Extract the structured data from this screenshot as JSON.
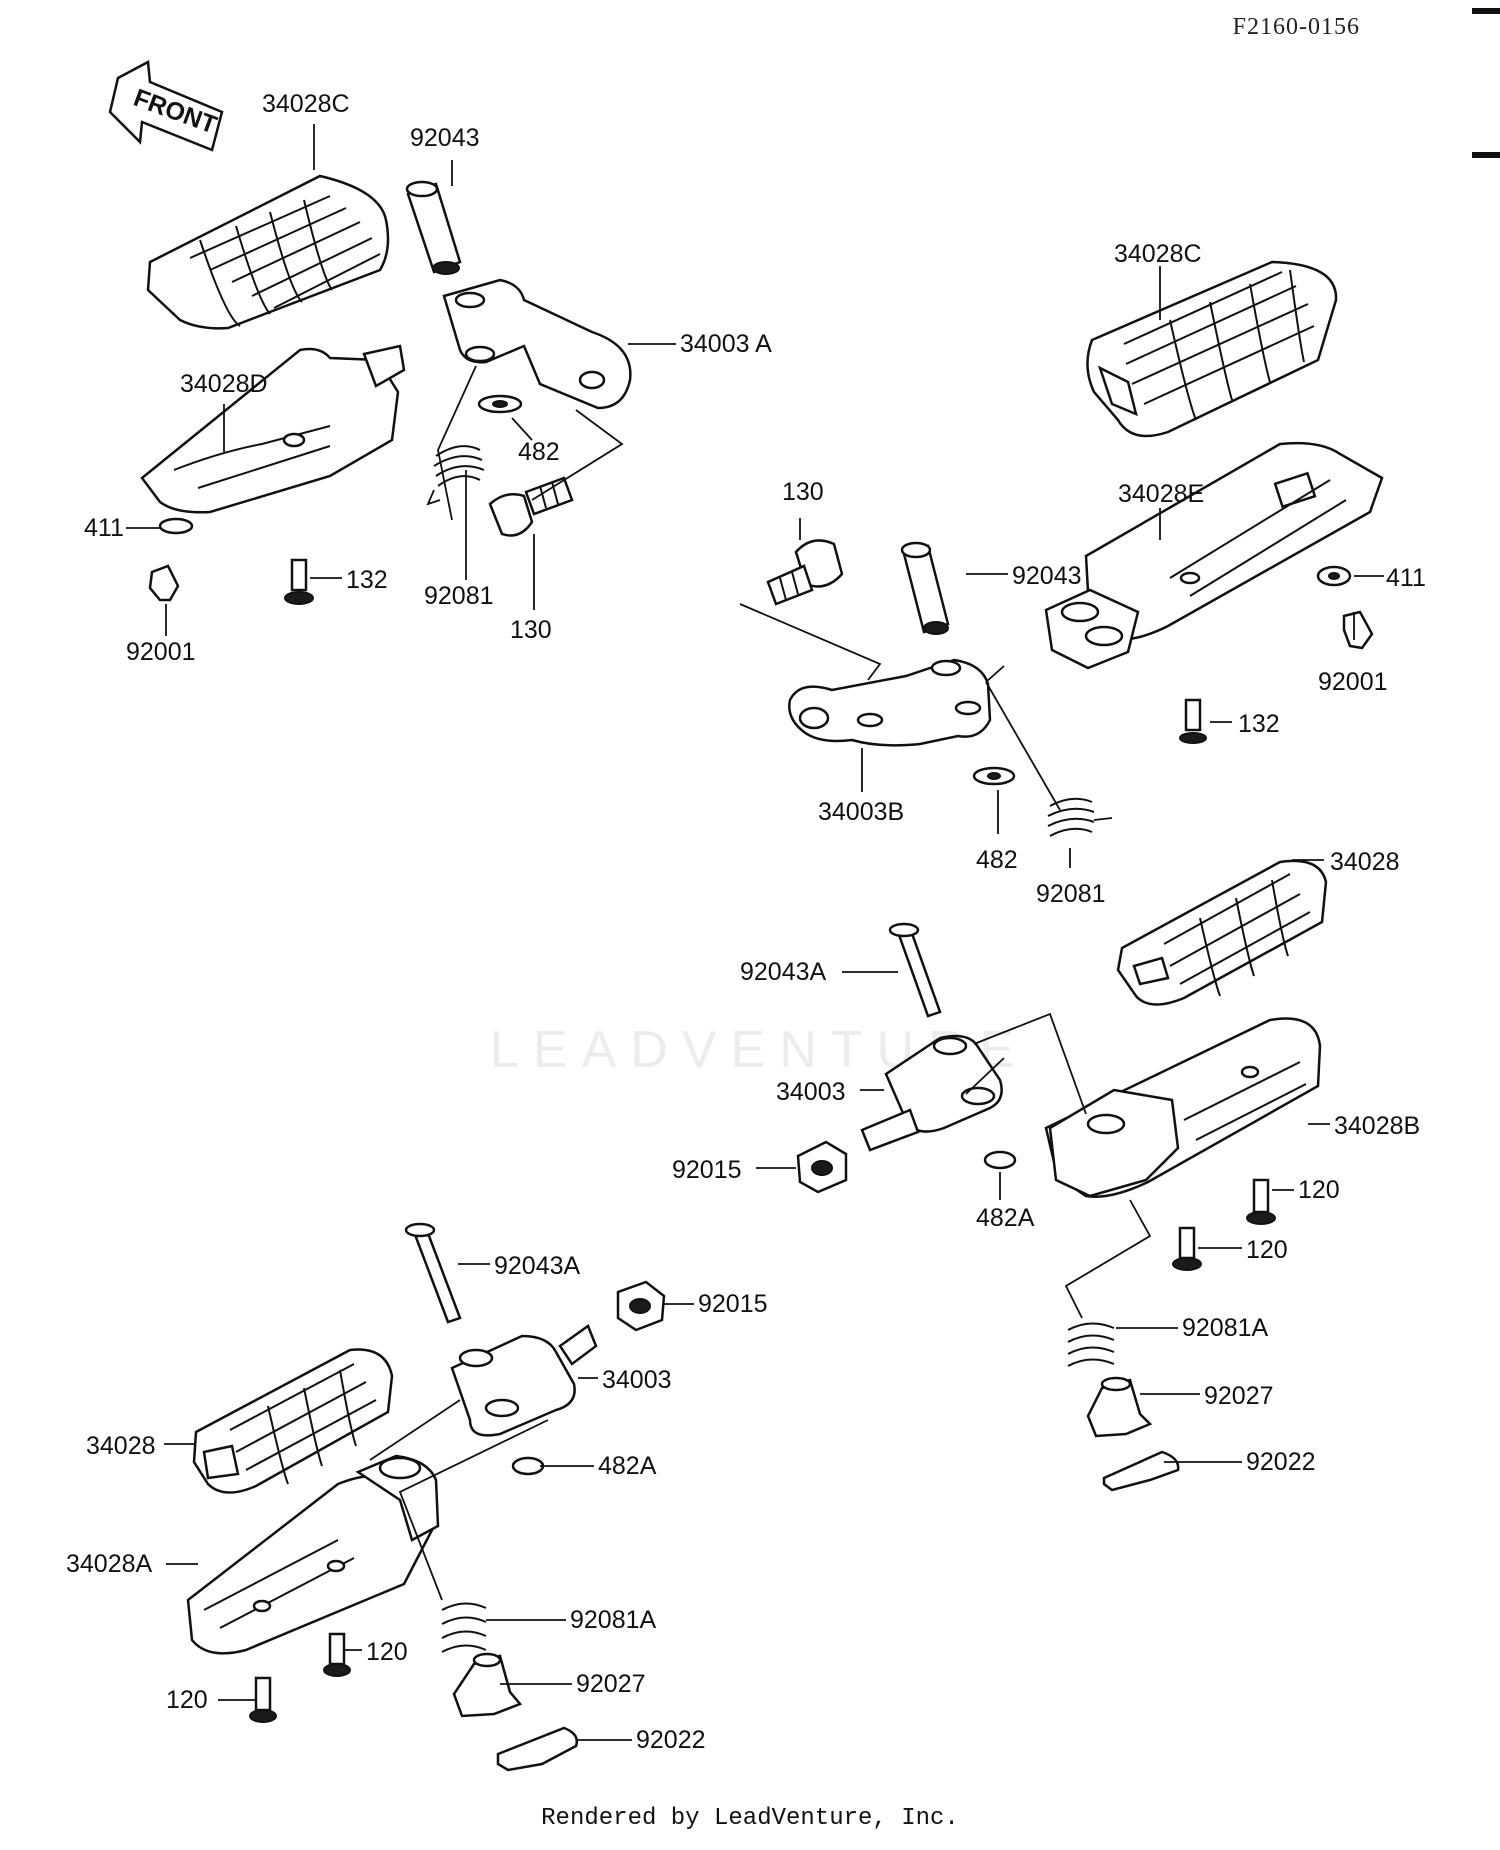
{
  "header": {
    "diagram_code": "F2160-0156"
  },
  "front_arrow": {
    "label": "FRONT"
  },
  "watermark": {
    "text": "LEADVENTURE"
  },
  "footer": {
    "text": "Rendered by LeadVenture, Inc."
  },
  "callouts": [
    {
      "id": "c01",
      "text": "34028C"
    },
    {
      "id": "c02",
      "text": "92043"
    },
    {
      "id": "c03",
      "text": "34003 A"
    },
    {
      "id": "c04",
      "text": "34028D"
    },
    {
      "id": "c05",
      "text": "482"
    },
    {
      "id": "c06",
      "text": "411"
    },
    {
      "id": "c07",
      "text": "132"
    },
    {
      "id": "c08",
      "text": "92081"
    },
    {
      "id": "c09",
      "text": "130"
    },
    {
      "id": "c10",
      "text": "92001"
    },
    {
      "id": "c11",
      "text": "34028C"
    },
    {
      "id": "c12",
      "text": "34028E"
    },
    {
      "id": "c13",
      "text": "130"
    },
    {
      "id": "c14",
      "text": "92043"
    },
    {
      "id": "c15",
      "text": "411"
    },
    {
      "id": "c16",
      "text": "92001"
    },
    {
      "id": "c17",
      "text": "132"
    },
    {
      "id": "c18",
      "text": "34003B"
    },
    {
      "id": "c19",
      "text": "482"
    },
    {
      "id": "c20",
      "text": "92081"
    },
    {
      "id": "c21",
      "text": "34028"
    },
    {
      "id": "c22",
      "text": "92043A"
    },
    {
      "id": "c23",
      "text": "34003"
    },
    {
      "id": "c24",
      "text": "34028B"
    },
    {
      "id": "c25",
      "text": "92015"
    },
    {
      "id": "c26",
      "text": "482A"
    },
    {
      "id": "c27",
      "text": "120"
    },
    {
      "id": "c28",
      "text": "120"
    },
    {
      "id": "c29",
      "text": "92043A"
    },
    {
      "id": "c30",
      "text": "92015"
    },
    {
      "id": "c31",
      "text": "92081A"
    },
    {
      "id": "c32",
      "text": "34003"
    },
    {
      "id": "c33",
      "text": "92027"
    },
    {
      "id": "c34",
      "text": "34028"
    },
    {
      "id": "c35",
      "text": "482A"
    },
    {
      "id": "c36",
      "text": "92022"
    },
    {
      "id": "c37",
      "text": "34028A"
    },
    {
      "id": "c38",
      "text": "92081A"
    },
    {
      "id": "c39",
      "text": "120"
    },
    {
      "id": "c40",
      "text": "92027"
    },
    {
      "id": "c41",
      "text": "120"
    },
    {
      "id": "c42",
      "text": "92022"
    }
  ]
}
